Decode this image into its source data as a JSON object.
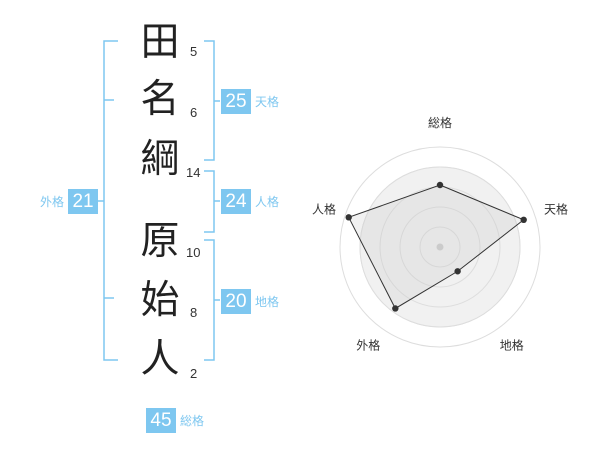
{
  "name": {
    "characters": [
      {
        "char": "田",
        "strokes": "5"
      },
      {
        "char": "名",
        "strokes": "6"
      },
      {
        "char": "綱",
        "strokes": "14"
      },
      {
        "char": "原",
        "strokes": "10"
      },
      {
        "char": "始",
        "strokes": "8"
      },
      {
        "char": "人",
        "strokes": "2"
      }
    ]
  },
  "fortune": {
    "tenkaku": {
      "value": "25",
      "label": "天格"
    },
    "jinkaku": {
      "value": "24",
      "label": "人格"
    },
    "chikaku": {
      "value": "20",
      "label": "地格"
    },
    "gaikaku": {
      "value": "21",
      "label": "外格"
    },
    "soukaku": {
      "value": "45",
      "label": "総格"
    }
  },
  "colors": {
    "accent": "#7ec7f0",
    "bracket": "#7ec7f0",
    "text": "#222222"
  },
  "chart_data": {
    "type": "radar",
    "axes": [
      "総格",
      "天格",
      "地格",
      "外格",
      "人格"
    ],
    "values": [
      0.62,
      0.88,
      0.3,
      0.76,
      0.96
    ],
    "range": [
      0,
      1
    ],
    "rings": 5,
    "grid": true
  }
}
